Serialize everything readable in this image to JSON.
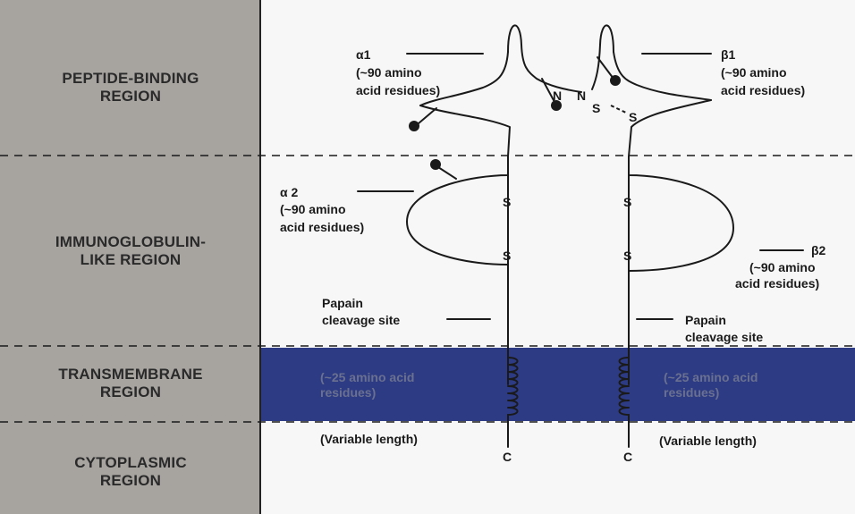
{
  "regions": {
    "peptide": [
      "PEPTIDE-BINDING",
      "REGION"
    ],
    "immuno": [
      "IMMUNOGLOBULIN-",
      "LIKE REGION"
    ],
    "transmembrane": [
      "TRANSMEMBRANE",
      "REGION"
    ],
    "cytoplasmic": [
      "CYTOPLASMIC",
      "REGION"
    ]
  },
  "alpha1": {
    "name": "α1",
    "line1": "(~90 amino",
    "line2": "acid residues)"
  },
  "alpha2": {
    "name": "α 2",
    "line1": "(~90 amino",
    "line2": "acid residues)"
  },
  "beta1": {
    "name": "β1",
    "line1": "(~90 amino",
    "line2": "acid residues)"
  },
  "beta2": {
    "name": "β2",
    "line1": "(~90 amino",
    "line2": "acid residues)"
  },
  "papain_left": {
    "line1": "Papain",
    "line2": "cleavage site"
  },
  "papain_right": {
    "line1": "Papain",
    "line2": "cleavage site"
  },
  "tm_left": {
    "line1": "(~25 amino acid",
    "line2": "residues)"
  },
  "tm_right": {
    "line1": "(~25 amino acid",
    "line2": "residues)"
  },
  "variable_left": "(Variable length)",
  "variable_right": "(Variable length)",
  "n_left": "N",
  "n_right": "N",
  "c_left": "C",
  "c_right": "C",
  "s": "S",
  "colors": {
    "membrane": "#2d3b84",
    "left_panel": "#a7a4a0"
  }
}
